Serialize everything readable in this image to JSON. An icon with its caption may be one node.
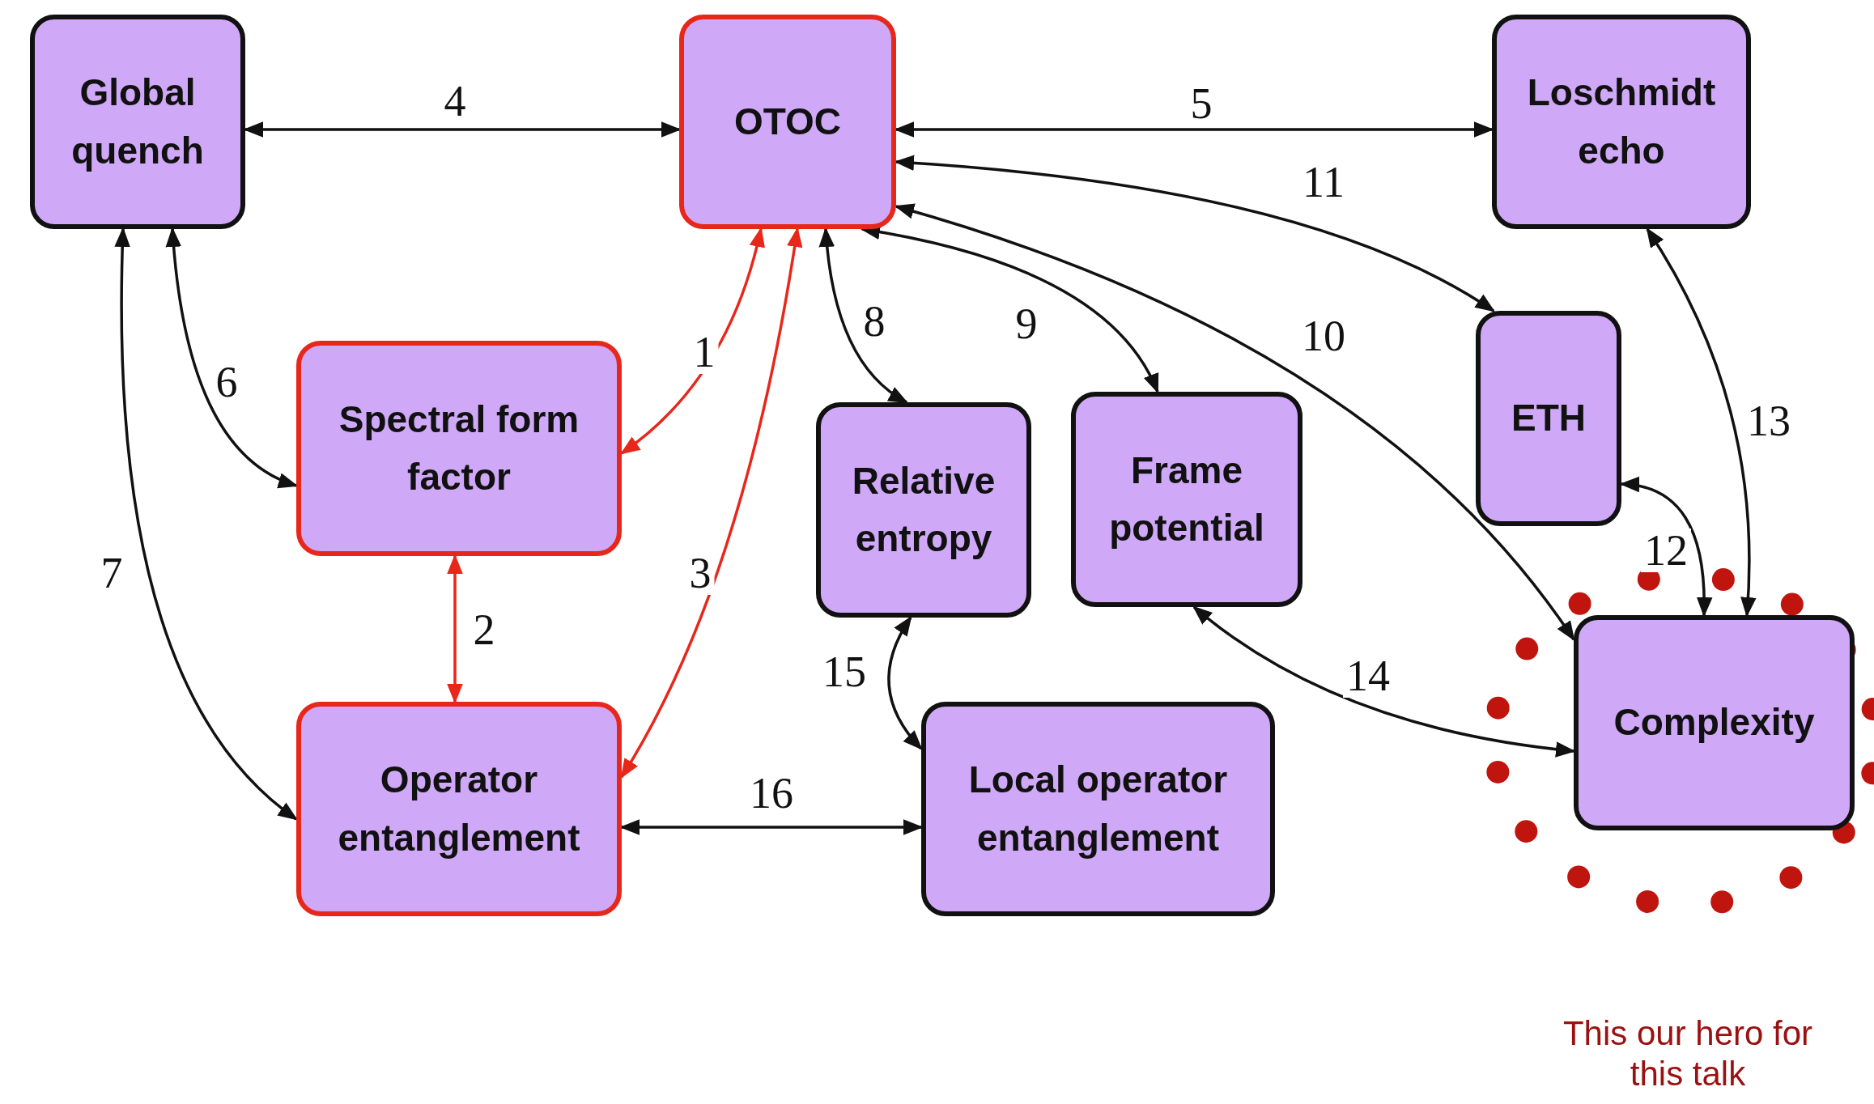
{
  "diagram": {
    "nodes": [
      {
        "text": [
          "Global quench"
        ]
      },
      {
        "text": [
          "OTOC"
        ]
      },
      {
        "text": [
          "Loschmidt echo"
        ]
      },
      {
        "text": [
          "Spectral form factor"
        ]
      },
      {
        "text": [
          "Relative entropy"
        ]
      },
      {
        "text": [
          "Frame potential"
        ]
      },
      {
        "text": [
          "ETH"
        ]
      },
      {
        "text": [
          "Operator entanglement"
        ]
      },
      {
        "text": [
          "Local operator entanglement"
        ]
      },
      {
        "text": [
          "Complexity"
        ]
      }
    ],
    "edges": [
      {
        "from": 1,
        "to": 3,
        "arrow": "both",
        "label": "1",
        "color": "#e8271b"
      },
      {
        "from": 3,
        "to": 7,
        "arrow": "both",
        "label": "2",
        "color": "#e8271b"
      },
      {
        "from": 1,
        "to": 7,
        "arrow": "both",
        "label": "3",
        "color": "#e8271b"
      },
      {
        "from": 0,
        "to": 1,
        "arrow": "both",
        "label": "4"
      },
      {
        "from": 1,
        "to": 2,
        "arrow": "both",
        "label": "5"
      },
      {
        "from": 0,
        "to": 3,
        "arrow": "both",
        "label": "6"
      },
      {
        "from": 0,
        "to": 7,
        "arrow": "both",
        "label": "7"
      },
      {
        "from": 1,
        "to": 4,
        "arrow": "both",
        "label": "8"
      },
      {
        "from": 1,
        "to": 5,
        "arrow": "both",
        "label": "9"
      },
      {
        "from": 1,
        "to": 9,
        "arrow": "both",
        "label": "10"
      },
      {
        "from": 1,
        "to": 6,
        "arrow": "both",
        "label": "11"
      },
      {
        "from": 6,
        "to": 9,
        "arrow": "both",
        "label": "12"
      },
      {
        "from": 2,
        "to": 9,
        "arrow": "both",
        "label": "13"
      },
      {
        "from": 5,
        "to": 9,
        "arrow": "both",
        "label": "14"
      },
      {
        "from": 4,
        "to": 8,
        "arrow": "both",
        "label": "15"
      },
      {
        "from": 7,
        "to": 8,
        "arrow": "both",
        "label": "16"
      }
    ],
    "labels": [
      "This our hero for this talk"
    ]
  }
}
